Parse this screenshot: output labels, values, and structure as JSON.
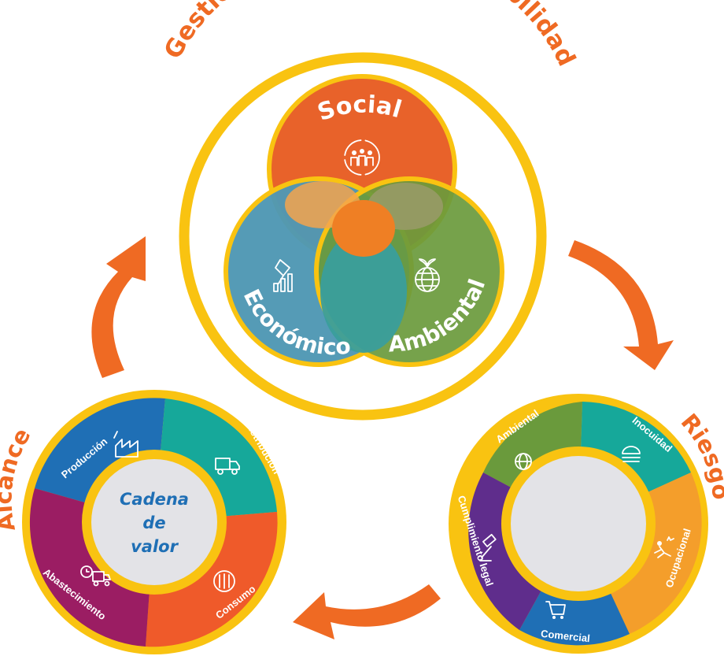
{
  "title": "Gestión Integral de Sostenibilidad",
  "venn": {
    "social": "Social",
    "economico": "Económico",
    "ambiental": "Ambiental"
  },
  "alcance": {
    "label": "Alcance",
    "center": [
      "Cadena",
      "de",
      "valor"
    ],
    "segments": [
      "Producción",
      "Distribución",
      "Consumo",
      "Abastecimiento"
    ]
  },
  "riesgo": {
    "label": "Riesgo",
    "segments": [
      "Ambiental",
      "Inocuidad",
      "Ocupacional",
      "Comercial",
      "Cumplimiento legal"
    ]
  },
  "colors": {
    "gold": "#f9c311",
    "orange": "#ef6a23",
    "social": "#e8622a",
    "economico": "#4f98b4",
    "ambiental": "#6a9a3c",
    "teal": "#16a89a",
    "blue": "#1f6fb5",
    "purple": "#5f2d8c",
    "magenta": "#9b1d63",
    "lightorange": "#f49e2b"
  }
}
